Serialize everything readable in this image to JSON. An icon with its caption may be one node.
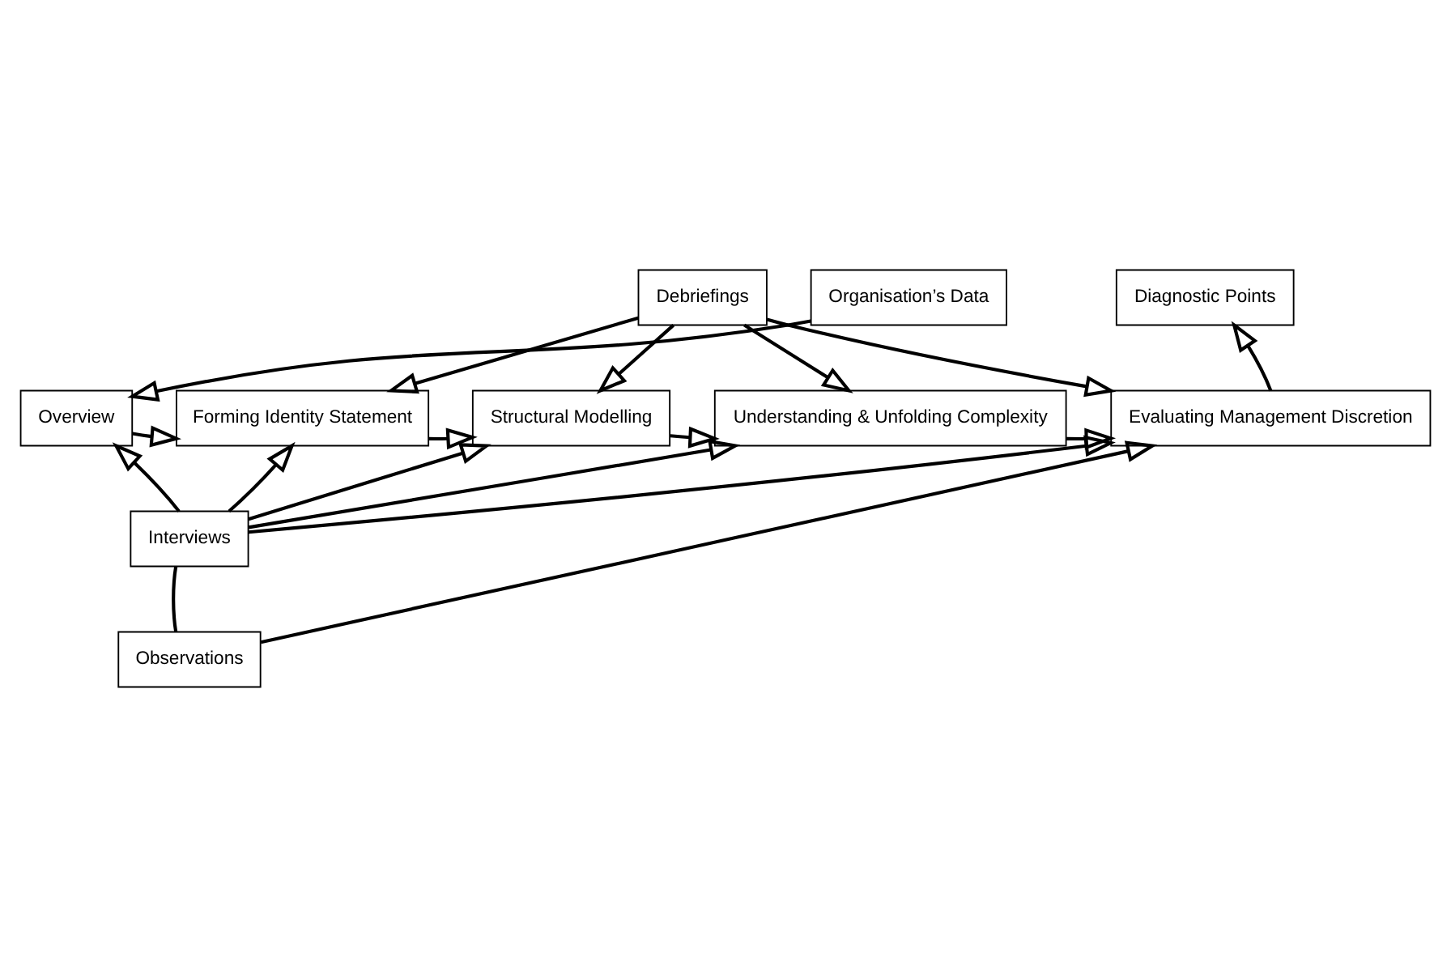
{
  "diagram": {
    "nodes": [
      {
        "text": [
          "Debriefings"
        ]
      },
      {
        "text": [
          "Organisation’s Data"
        ]
      },
      {
        "text": [
          "Diagnostic Points"
        ]
      },
      {
        "text": [
          "Overview"
        ]
      },
      {
        "text": [
          "Forming Identity Statement"
        ]
      },
      {
        "text": [
          "Structural Modelling"
        ]
      },
      {
        "text": [
          "Understanding & Unfolding Complexity"
        ]
      },
      {
        "text": [
          "Evaluating Management Discretion"
        ]
      },
      {
        "text": [
          "Interviews"
        ]
      },
      {
        "text": [
          "Observations"
        ]
      }
    ],
    "edges": [
      {
        "from": 0,
        "to": 4,
        "arrow": "to"
      },
      {
        "from": 0,
        "to": 5,
        "arrow": "to"
      },
      {
        "from": 0,
        "to": 6,
        "arrow": "to"
      },
      {
        "from": 0,
        "to": 7,
        "arrow": "to"
      },
      {
        "from": 1,
        "to": 3,
        "arrow": "to"
      },
      {
        "from": 3,
        "to": 4,
        "arrow": "to"
      },
      {
        "from": 4,
        "to": 5,
        "arrow": "to"
      },
      {
        "from": 5,
        "to": 6,
        "arrow": "to"
      },
      {
        "from": 6,
        "to": 7,
        "arrow": "to"
      },
      {
        "from": 7,
        "to": 2,
        "arrow": "to"
      },
      {
        "from": 8,
        "to": 3,
        "arrow": "to"
      },
      {
        "from": 8,
        "to": 4,
        "arrow": "to"
      },
      {
        "from": 8,
        "to": 5,
        "arrow": "to"
      },
      {
        "from": 8,
        "to": 6,
        "arrow": "to"
      },
      {
        "from": 8,
        "to": 7,
        "arrow": "to"
      },
      {
        "from": 8,
        "to": 9,
        "arrow": "none"
      },
      {
        "from": 9,
        "to": 7,
        "arrow": "to"
      }
    ]
  }
}
